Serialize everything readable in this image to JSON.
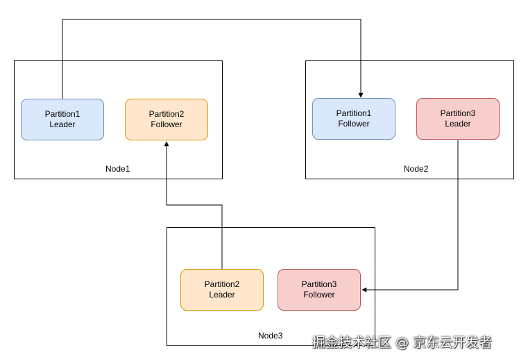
{
  "nodes": [
    {
      "id": "node1",
      "label": "Node1"
    },
    {
      "id": "node2",
      "label": "Node2"
    },
    {
      "id": "node3",
      "label": "Node3"
    }
  ],
  "partitions": [
    {
      "id": "p1-leader",
      "name": "Partition1",
      "role": "Leader",
      "node": "node1",
      "fill": "#dae8fc",
      "stroke": "#6c8ebf"
    },
    {
      "id": "p2-follower",
      "name": "Partition2",
      "role": "Follower",
      "node": "node1",
      "fill": "#ffe6cc",
      "stroke": "#d79b00"
    },
    {
      "id": "p1-follower",
      "name": "Partition1",
      "role": "Follower",
      "node": "node2",
      "fill": "#dae8fc",
      "stroke": "#6c8ebf"
    },
    {
      "id": "p3-leader",
      "name": "Partition3",
      "role": "Leader",
      "node": "node2",
      "fill": "#f8cecc",
      "stroke": "#b85450"
    },
    {
      "id": "p2-leader",
      "name": "Partition2",
      "role": "Leader",
      "node": "node3",
      "fill": "#ffe6cc",
      "stroke": "#d79b00"
    },
    {
      "id": "p3-follower",
      "name": "Partition3",
      "role": "Follower",
      "node": "node3",
      "fill": "#f8cecc",
      "stroke": "#b85450"
    }
  ],
  "edges": [
    {
      "from": "p1-leader",
      "to": "p1-follower"
    },
    {
      "from": "p2-leader",
      "to": "p2-follower"
    },
    {
      "from": "p3-leader",
      "to": "p3-follower"
    }
  ],
  "watermark": "掘金技术社区 @ 京东云开发者"
}
